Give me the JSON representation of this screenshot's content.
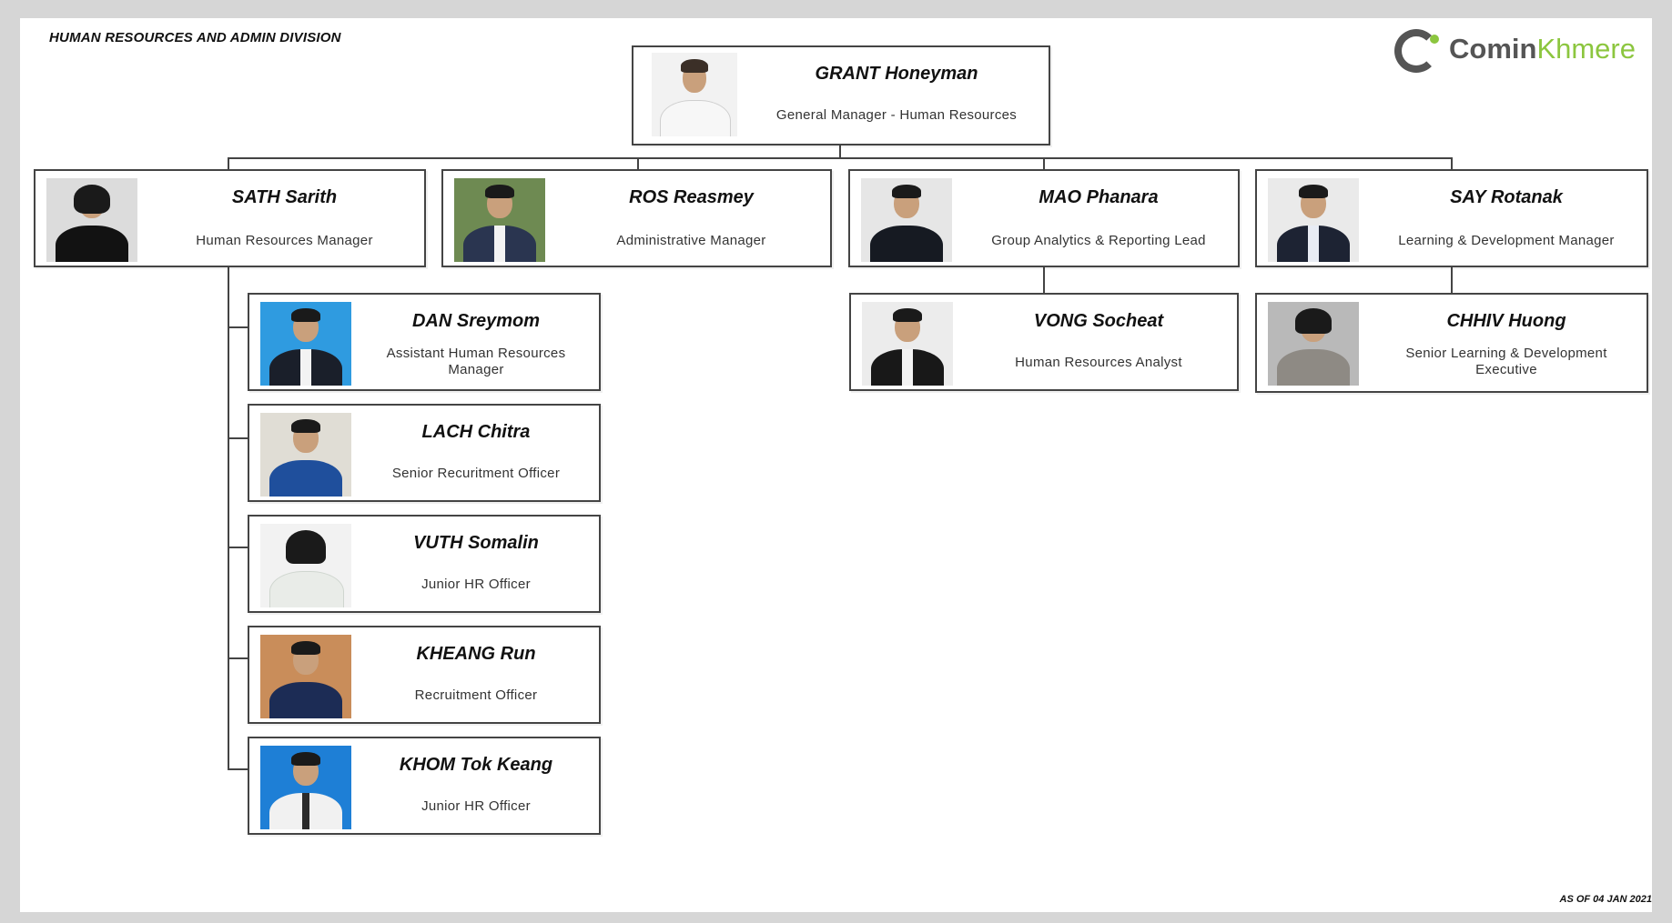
{
  "division_title": "HUMAN RESOURCES AND ADMIN DIVISION",
  "as_of": "AS OF 04 JAN 2021",
  "logo": {
    "part1": "Comin",
    "part2": "Khmere",
    "accent": "#8cc63f",
    "gray": "#555555"
  },
  "top": {
    "name": "GRANT Honeyman",
    "role": "General Manager - Human Resources",
    "photo_bg": "#f2f2f2"
  },
  "managers": [
    {
      "name": "SATH Sarith",
      "role": "Human Resources Manager",
      "photo_bg": "#dcdcdc"
    },
    {
      "name": "ROS Reasmey",
      "role": "Administrative Manager",
      "photo_bg": "#6e8a52"
    },
    {
      "name": "MAO Phanara",
      "role": "Group Analytics & Reporting Lead",
      "photo_bg": "#e6e6e6"
    },
    {
      "name": "SAY Rotanak",
      "role": "Learning & Development Manager",
      "photo_bg": "#eaeaea"
    }
  ],
  "hr_staff": [
    {
      "name": "DAN Sreymom",
      "role": "Assistant Human Resources Manager",
      "photo_bg": "#2f9be0"
    },
    {
      "name": "LACH Chitra",
      "role": "Senior Recuritment Officer",
      "photo_bg": "#e0ddd5"
    },
    {
      "name": "VUTH Somalin",
      "role": "Junior HR Officer",
      "photo_bg": "#f2f2f2"
    },
    {
      "name": "KHEANG Run",
      "role": "Recruitment Officer",
      "photo_bg": "#c98d5a"
    },
    {
      "name": "KHOM Tok Keang",
      "role": "Junior HR Officer",
      "photo_bg": "#1e7fd6"
    }
  ],
  "analytics_staff": [
    {
      "name": "VONG Socheat",
      "role": "Human Resources Analyst",
      "photo_bg": "#ececec"
    }
  ],
  "ld_staff": [
    {
      "name": "CHHIV Huong",
      "role": "Senior Learning & Development Executive",
      "photo_bg": "#b9b9b9"
    }
  ]
}
